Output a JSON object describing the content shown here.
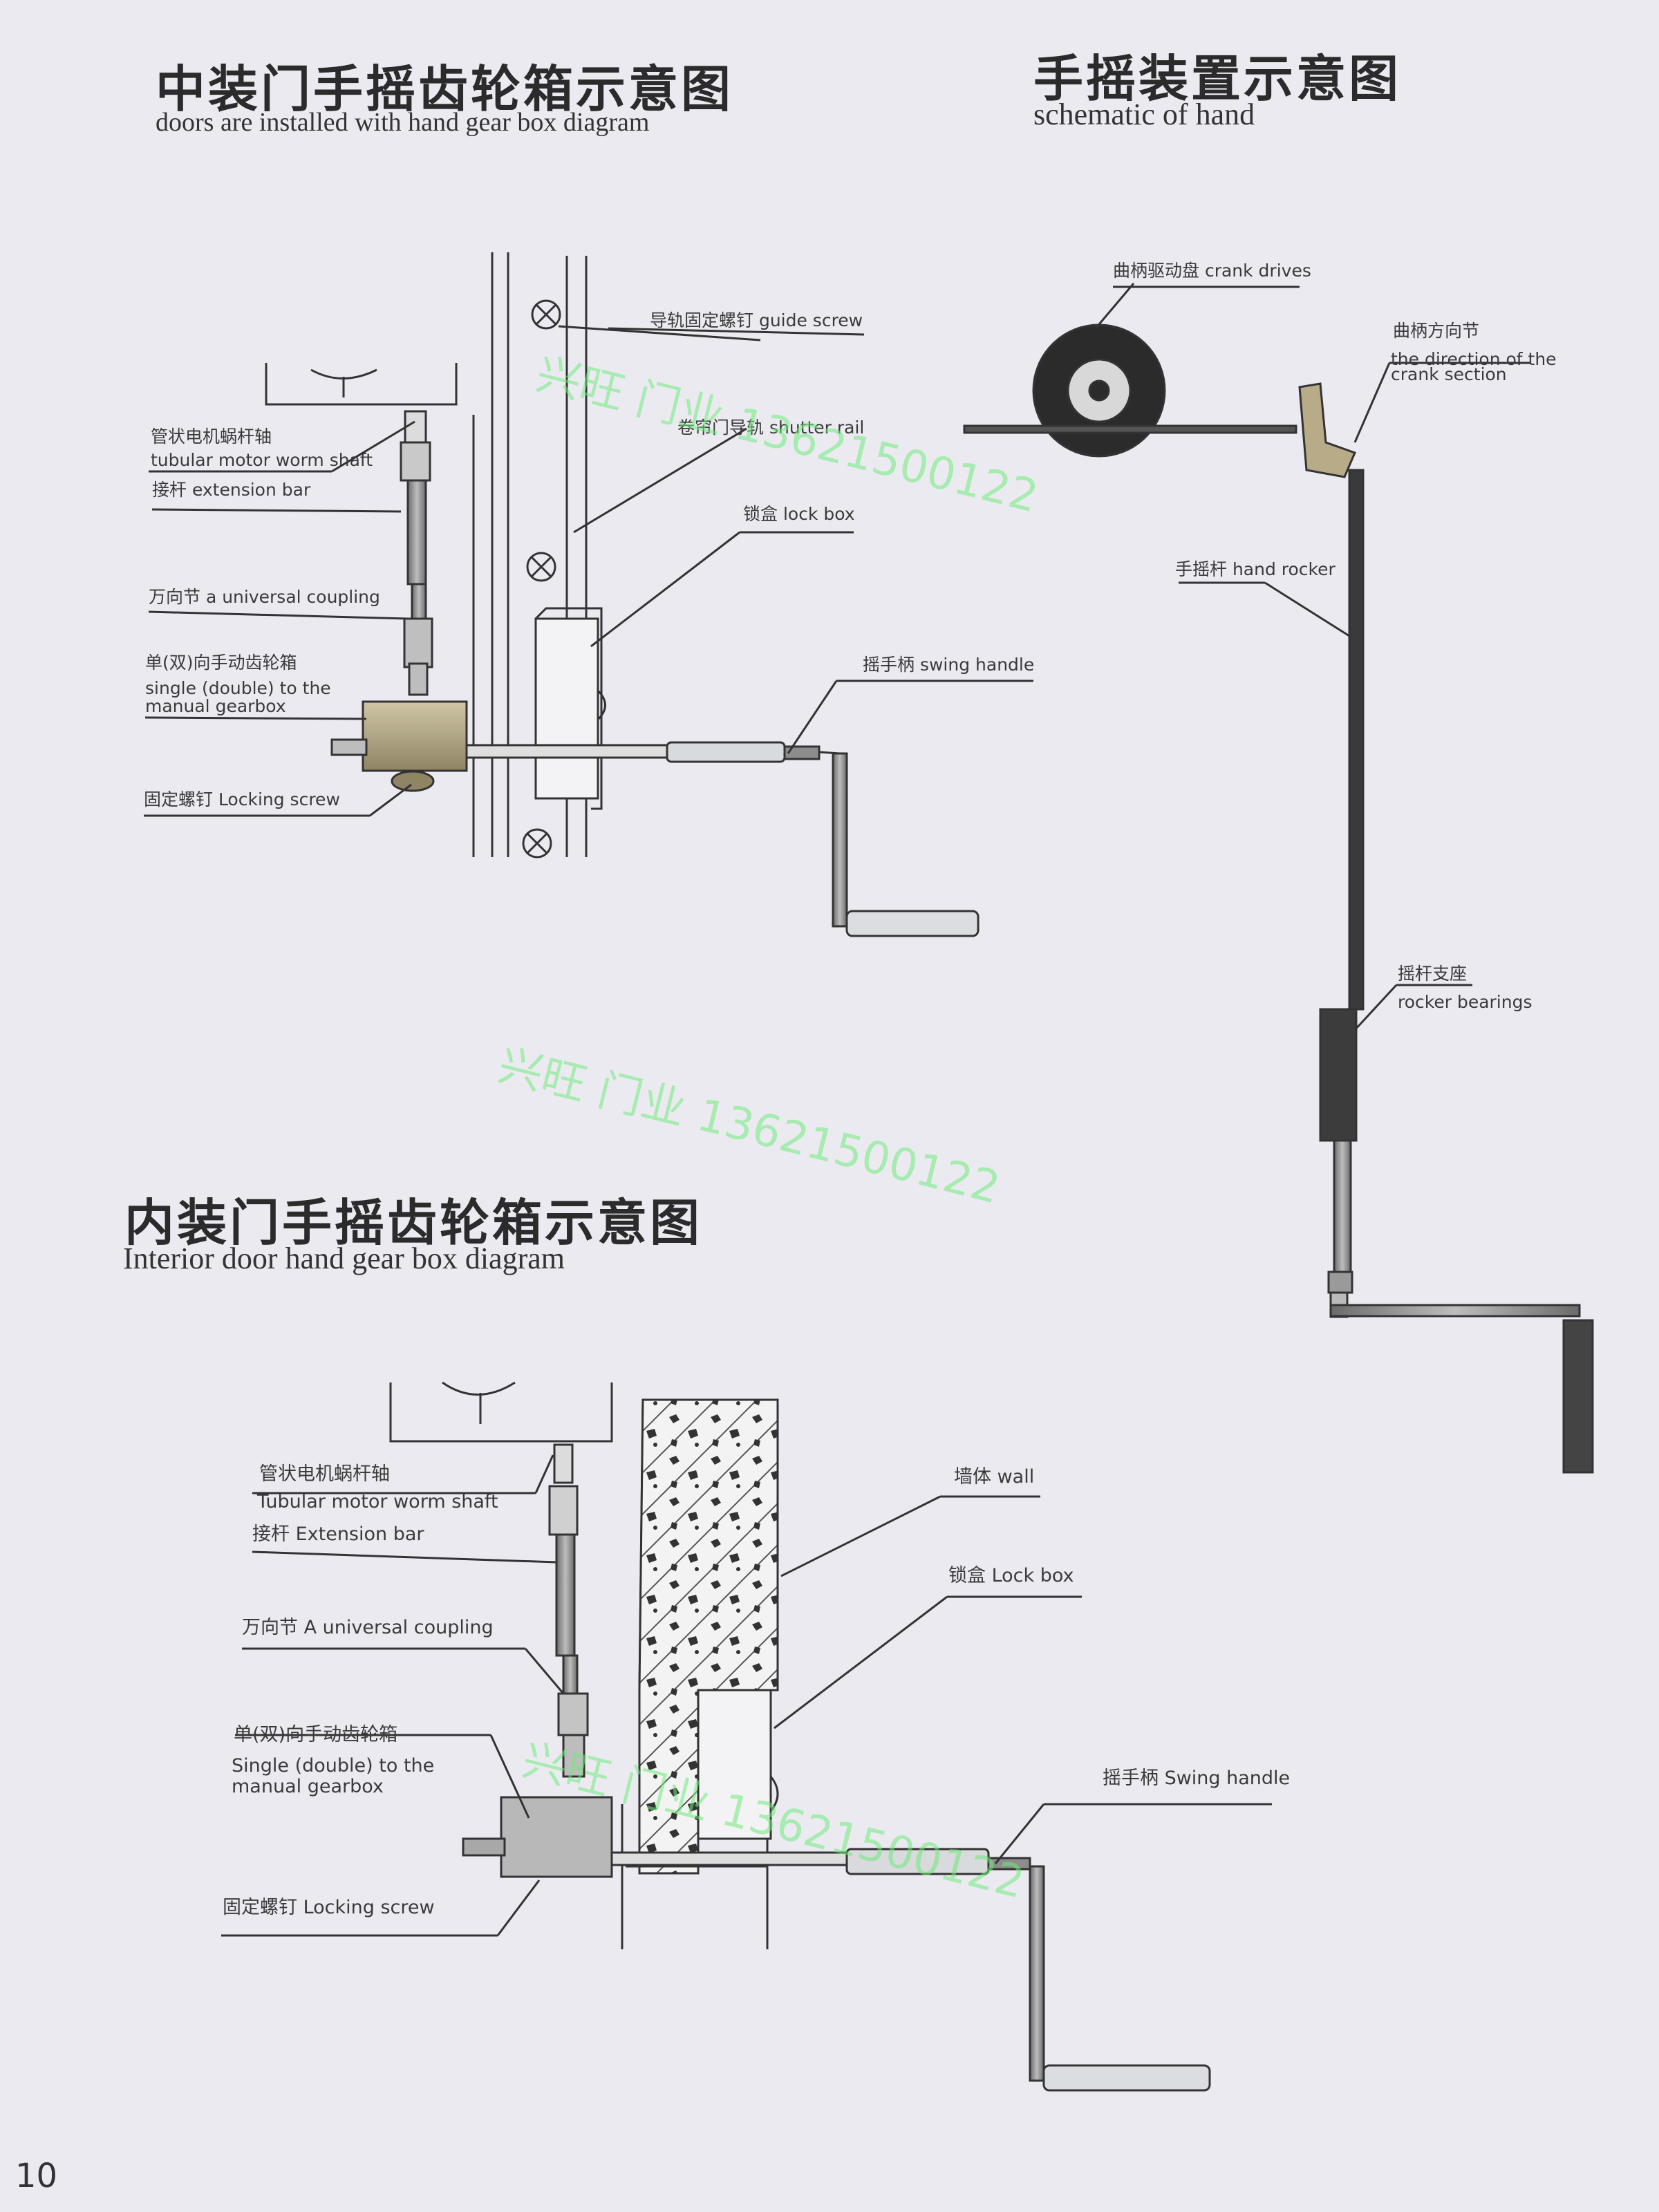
{
  "titles": {
    "mid_cn": "中装门手摇齿轮箱示意图",
    "mid_en": "doors are installed with hand gear box diagram",
    "hand_cn": "手摇装置示意图",
    "hand_en": "schematic of hand",
    "inner_cn": "内装门手摇齿轮箱示意图",
    "inner_en": "Interior door hand gear box diagram"
  },
  "labels_mid": {
    "guide_screw": "导轨固定螺钉  guide screw",
    "worm_shaft_cn": "管状电机蜗杆轴",
    "worm_shaft_en": "tubular motor worm shaft",
    "shutter_rail": "卷帘门导轨  shutter rail",
    "extension_bar": "接杆    extension bar",
    "lock_box": "锁盒 lock box",
    "coupling": "万向节   a universal coupling",
    "gearbox_cn": "单(双)向手动齿轮箱",
    "gearbox_en1": "single (double) to the",
    "gearbox_en2": "manual gearbox",
    "swing_handle": "摇手柄 swing handle",
    "locking_screw": "固定螺钉 Locking screw"
  },
  "labels_hand": {
    "crank_drives": "曲柄驱动盘 crank drives",
    "direction_cn": "曲柄方向节",
    "direction_en1": "the direction of the",
    "direction_en2": "crank section",
    "hand_rocker": "手摇杆  hand rocker",
    "bearings_cn": "摇杆支座",
    "bearings_en": "rocker bearings"
  },
  "labels_inner": {
    "worm_shaft_cn": "管状电机蜗杆轴",
    "worm_shaft_en": "Tubular motor worm shaft",
    "extension_bar": "接杆 Extension bar",
    "wall": "墙体 wall",
    "lock_box": "锁盒 Lock box",
    "coupling": "万向节 A universal coupling",
    "gearbox_cn": "单(双)向手动齿轮箱",
    "gearbox_en1": "Single (double) to the",
    "gearbox_en2": "manual gearbox",
    "swing_handle": "摇手柄 Swing handle",
    "locking_screw": "固定螺钉 Locking screw"
  },
  "watermark": "兴旺  门业  13621500122",
  "page_number": "10",
  "colors": {
    "background": "#eceaf1",
    "line": "#333333",
    "metal": "#9a9a9a",
    "gearbox": "#b8ad8c",
    "handle_grip": "#dcdde0",
    "watermark": "#6eeb78"
  }
}
